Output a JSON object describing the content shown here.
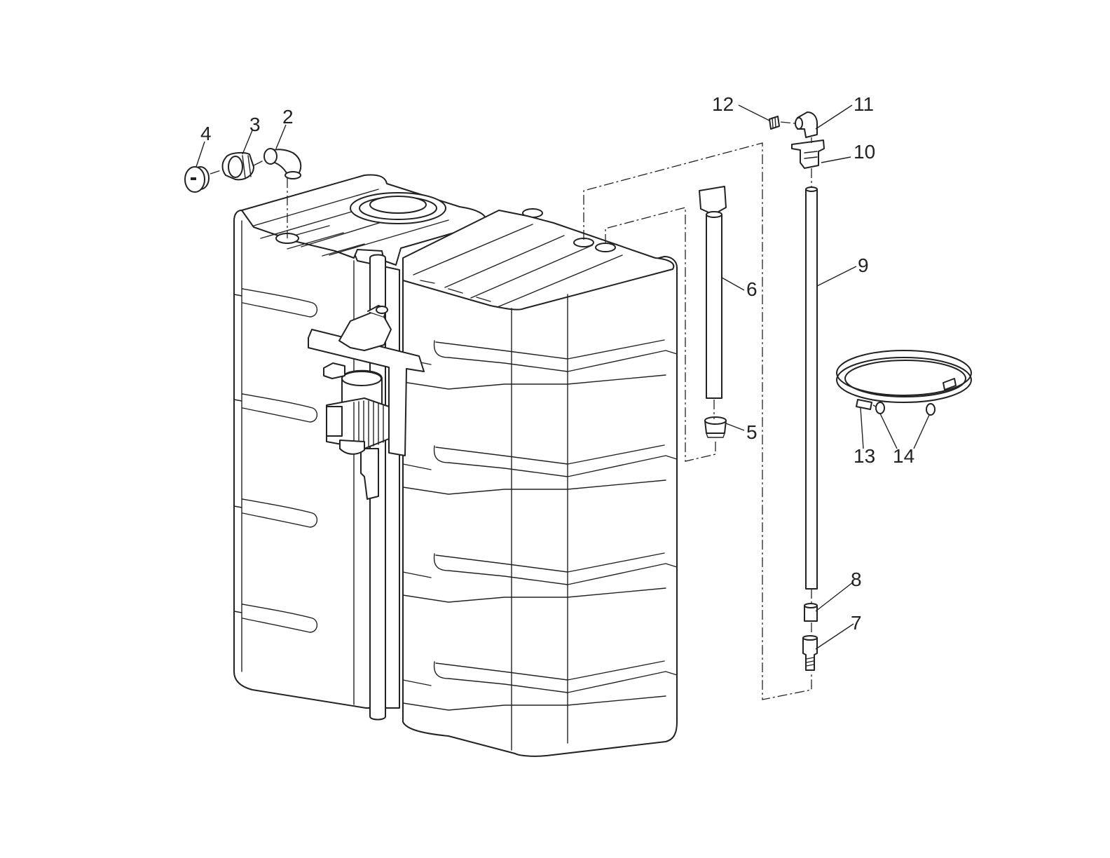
{
  "diagram": {
    "callouts": [
      {
        "id": "c2",
        "label": "2"
      },
      {
        "id": "c3",
        "label": "3"
      },
      {
        "id": "c4",
        "label": "4"
      },
      {
        "id": "c5",
        "label": "5"
      },
      {
        "id": "c6",
        "label": "6"
      },
      {
        "id": "c7",
        "label": "7"
      },
      {
        "id": "c8",
        "label": "8"
      },
      {
        "id": "c9",
        "label": "9"
      },
      {
        "id": "c10",
        "label": "10"
      },
      {
        "id": "c11",
        "label": "11"
      },
      {
        "id": "c12",
        "label": "12"
      },
      {
        "id": "c13",
        "label": "13"
      },
      {
        "id": "c14",
        "label": "14"
      }
    ]
  }
}
